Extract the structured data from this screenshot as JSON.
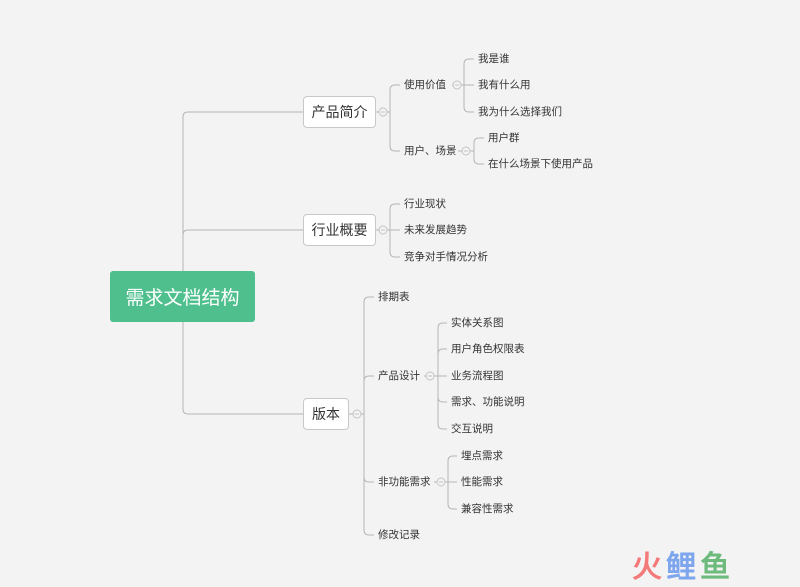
{
  "root": "需求文档结构",
  "branches": [
    {
      "label": "产品简介",
      "children": [
        {
          "label": "使用价值",
          "children": [
            "我是谁",
            "我有什么用",
            "我为什么选择我们"
          ]
        },
        {
          "label": "用户、场景",
          "children": [
            "用户群",
            "在什么场景下使用产品"
          ]
        }
      ]
    },
    {
      "label": "行业概要",
      "children": [
        "行业现状",
        "未来发展趋势",
        "竞争对手情况分析"
      ]
    },
    {
      "label": "版本",
      "children": [
        {
          "label": "排期表"
        },
        {
          "label": "产品设计",
          "children": [
            "实体关系图",
            "用户角色权限表",
            "业务流程图",
            "需求、功能说明",
            "交互说明"
          ]
        },
        {
          "label": "非功能需求",
          "children": [
            "埋点需求",
            "性能需求",
            "兼容性需求"
          ]
        },
        {
          "label": "修改记录"
        }
      ]
    }
  ],
  "watermark": [
    "火",
    "鲤",
    "鱼"
  ],
  "colors": {
    "root": "#4fc08d",
    "line": "#b5b5b5",
    "wm1": "#f47a7a",
    "wm2": "#7ea6ee",
    "wm3": "#6dbb7c"
  }
}
